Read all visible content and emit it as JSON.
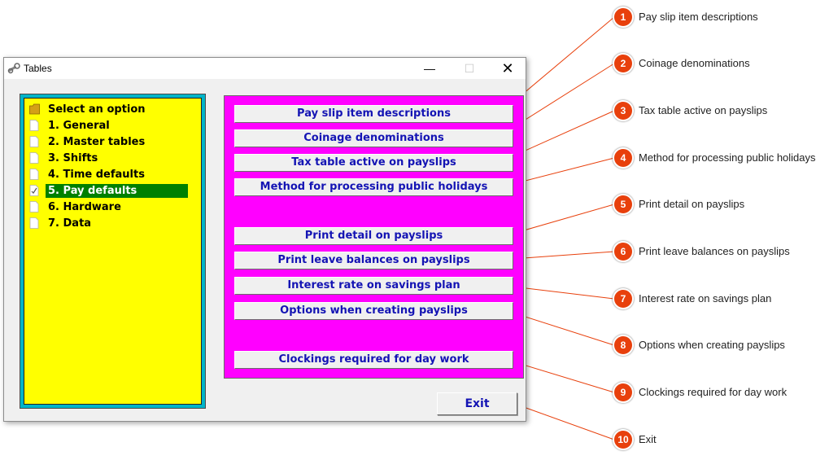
{
  "window": {
    "title": "Tables",
    "controls": {
      "minimize": "—",
      "maximize": "☐",
      "close": "✕"
    }
  },
  "tree": {
    "items": [
      {
        "label": "Select an option",
        "icon": "folder-icon"
      },
      {
        "label": "1. General",
        "icon": "page-icon"
      },
      {
        "label": "2. Master tables",
        "icon": "page-icon"
      },
      {
        "label": "3. Shifts",
        "icon": "page-icon"
      },
      {
        "label": "4. Time defaults",
        "icon": "page-icon"
      },
      {
        "label": "5. Pay defaults",
        "icon": "checked-page-icon",
        "selected": true
      },
      {
        "label": "6. Hardware",
        "icon": "page-icon"
      },
      {
        "label": "7. Data",
        "icon": "page-icon"
      }
    ]
  },
  "buttons": [
    "Pay slip item descriptions",
    "Coinage denominations",
    "Tax table active on payslips",
    "Method for processing public holidays",
    "Print detail on payslips",
    "Print leave balances on payslips",
    "Interest rate on savings plan",
    "Options when creating payslips",
    "Clockings required for day work"
  ],
  "exit_label": "Exit",
  "callouts": [
    {
      "n": "1",
      "text": "Pay slip item descriptions"
    },
    {
      "n": "2",
      "text": "Coinage denominations"
    },
    {
      "n": "3",
      "text": "Tax table active on payslips"
    },
    {
      "n": "4",
      "text": "Method for processing public holidays"
    },
    {
      "n": "5",
      "text": "Print detail on payslips"
    },
    {
      "n": "6",
      "text": "Print leave balances on payslips"
    },
    {
      "n": "7",
      "text": "Interest rate on savings plan"
    },
    {
      "n": "8",
      "text": "Options when creating payslips"
    },
    {
      "n": "9",
      "text": "Clockings required for day work"
    },
    {
      "n": "10",
      "text": "Exit"
    }
  ],
  "colors": {
    "tree_bg": "#ffff00",
    "tree_border": "#00b4c8",
    "selected_bg": "#008000",
    "panel_bg": "#ff00ff",
    "button_text": "#1414b4",
    "callout_badge": "#e8400c",
    "callout_line": "#e8400c"
  }
}
